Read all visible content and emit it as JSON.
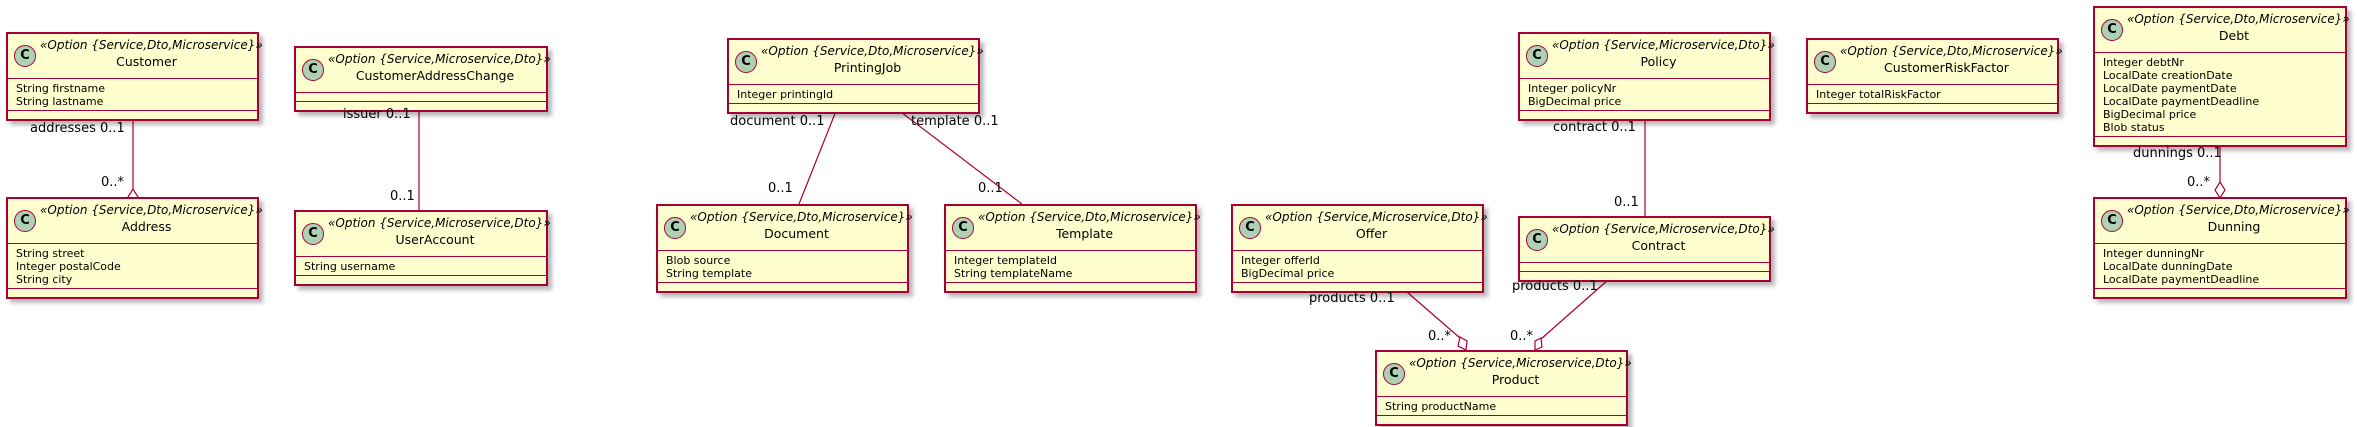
{
  "classes": [
    {
      "id": "customer",
      "stereotype": "«Option {Service,Dto,Microservice}»",
      "name": "Customer",
      "attributes": [
        "String firstname",
        "String lastname"
      ]
    },
    {
      "id": "customer-address-change",
      "stereotype": "«Option {Service,Microservice,Dto}»",
      "name": "CustomerAddressChange",
      "attributes": []
    },
    {
      "id": "address",
      "stereotype": "«Option {Service,Dto,Microservice}»",
      "name": "Address",
      "attributes": [
        "String street",
        "Integer postalCode",
        "String city"
      ]
    },
    {
      "id": "user-account",
      "stereotype": "«Option {Service,Microservice,Dto}»",
      "name": "UserAccount",
      "attributes": [
        "String username"
      ]
    },
    {
      "id": "printing-job",
      "stereotype": "«Option {Service,Dto,Microservice}»",
      "name": "PrintingJob",
      "attributes": [
        "Integer printingId"
      ]
    },
    {
      "id": "document",
      "stereotype": "«Option {Service,Dto,Microservice}»",
      "name": "Document",
      "attributes": [
        "Blob source",
        "String template"
      ]
    },
    {
      "id": "template",
      "stereotype": "«Option {Service,Dto,Microservice}»",
      "name": "Template",
      "attributes": [
        "Integer templateId",
        "String templateName"
      ]
    },
    {
      "id": "offer",
      "stereotype": "«Option {Service,Microservice,Dto}»",
      "name": "Offer",
      "attributes": [
        "Integer offerId",
        "BigDecimal price"
      ]
    },
    {
      "id": "policy",
      "stereotype": "«Option {Service,Microservice,Dto}»",
      "name": "Policy",
      "attributes": [
        "Integer policyNr",
        "BigDecimal price"
      ]
    },
    {
      "id": "contract",
      "stereotype": "«Option {Service,Microservice,Dto}»",
      "name": "Contract",
      "attributes": []
    },
    {
      "id": "product",
      "stereotype": "«Option {Service,Microservice,Dto}»",
      "name": "Product",
      "attributes": [
        "String productName"
      ]
    },
    {
      "id": "customer-risk-factor",
      "stereotype": "«Option {Service,Dto,Microservice}»",
      "name": "CustomerRiskFactor",
      "attributes": [
        "Integer totalRiskFactor"
      ]
    },
    {
      "id": "debt",
      "stereotype": "«Option {Service,Dto,Microservice}»",
      "name": "Debt",
      "attributes": [
        "Integer debtNr",
        "LocalDate creationDate",
        "LocalDate paymentDate",
        "LocalDate paymentDeadline",
        "BigDecimal price",
        "Blob status"
      ]
    },
    {
      "id": "dunning",
      "stereotype": "«Option {Service,Dto,Microservice}»",
      "name": "Dunning",
      "attributes": [
        "Integer dunningNr",
        "LocalDate dunningDate",
        "LocalDate paymentDeadline"
      ]
    }
  ],
  "class_icon": "C",
  "edge_labels": {
    "addresses_src": "addresses 0..1",
    "addresses_dst": "0..*",
    "issuer_src": "issuer 0..1",
    "issuer_dst": "0..1",
    "document_src": "document 0..1",
    "document_dst": "0..1",
    "template_src": "template 0..1",
    "template_dst": "0..1",
    "contract_src": "contract 0..1",
    "contract_dst": "0..1",
    "offer_products_src": "products 0..1",
    "offer_products_dst": "0..*",
    "contract_products_src": "products 0..1",
    "contract_products_dst": "0..*",
    "dunnings_src": "dunnings 0..1",
    "dunnings_dst": "0..*"
  },
  "colors": {
    "fill": "#FEFECE",
    "border": "#A80036",
    "icon": "#ADD1B2"
  }
}
